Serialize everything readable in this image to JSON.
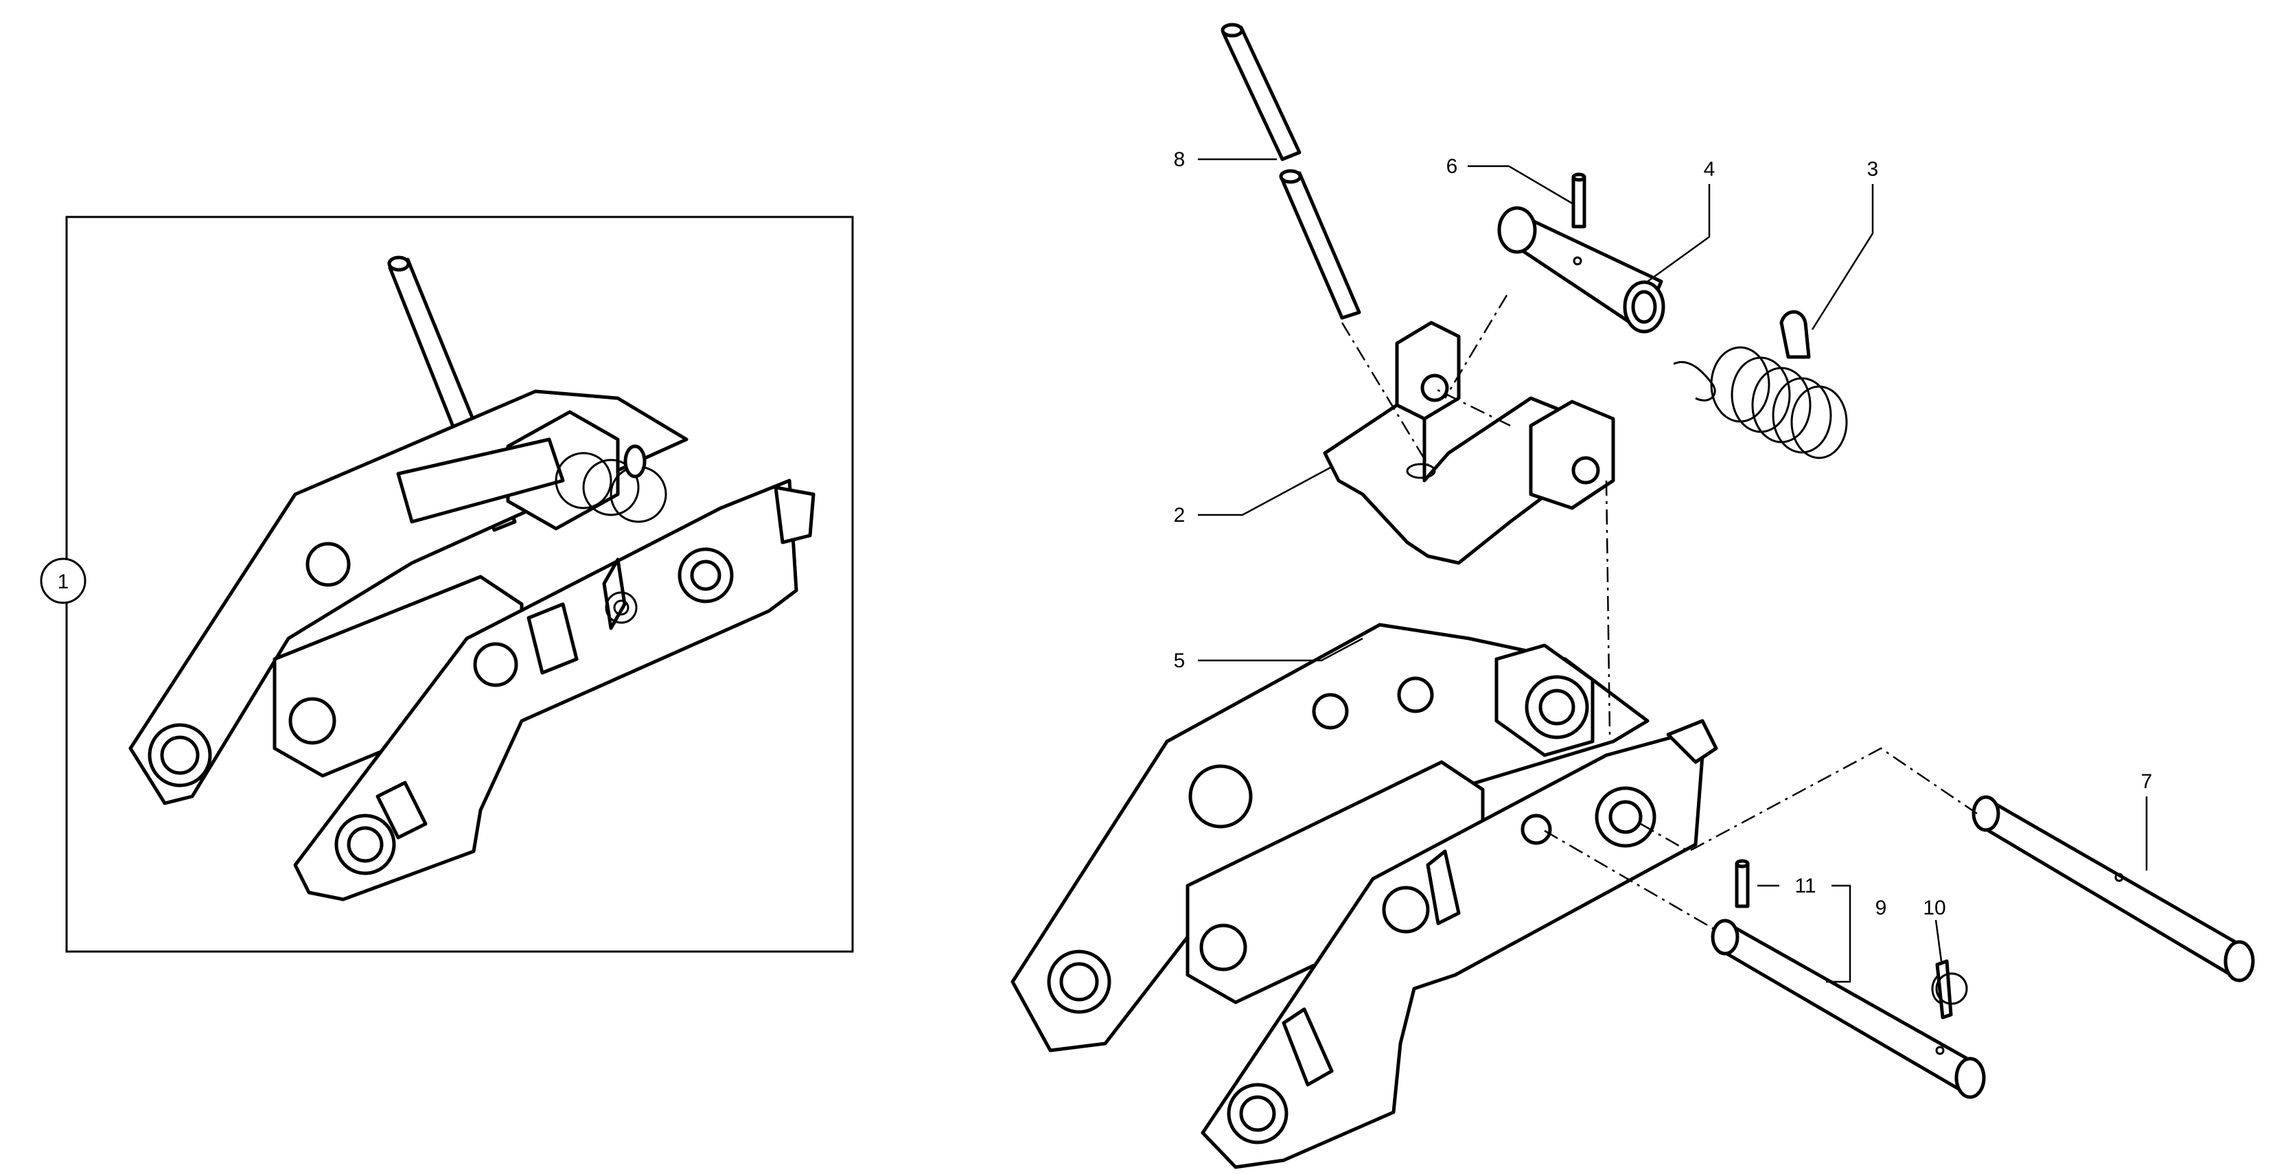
{
  "diagram": {
    "assembly_callout": "1",
    "callouts": [
      {
        "id": "c2",
        "label": "2"
      },
      {
        "id": "c3",
        "label": "3"
      },
      {
        "id": "c4",
        "label": "4"
      },
      {
        "id": "c5",
        "label": "5"
      },
      {
        "id": "c6",
        "label": "6"
      },
      {
        "id": "c7",
        "label": "7"
      },
      {
        "id": "c8",
        "label": "8"
      },
      {
        "id": "c9",
        "label": "9"
      },
      {
        "id": "c10",
        "label": "10"
      },
      {
        "id": "c11",
        "label": "11"
      }
    ]
  }
}
